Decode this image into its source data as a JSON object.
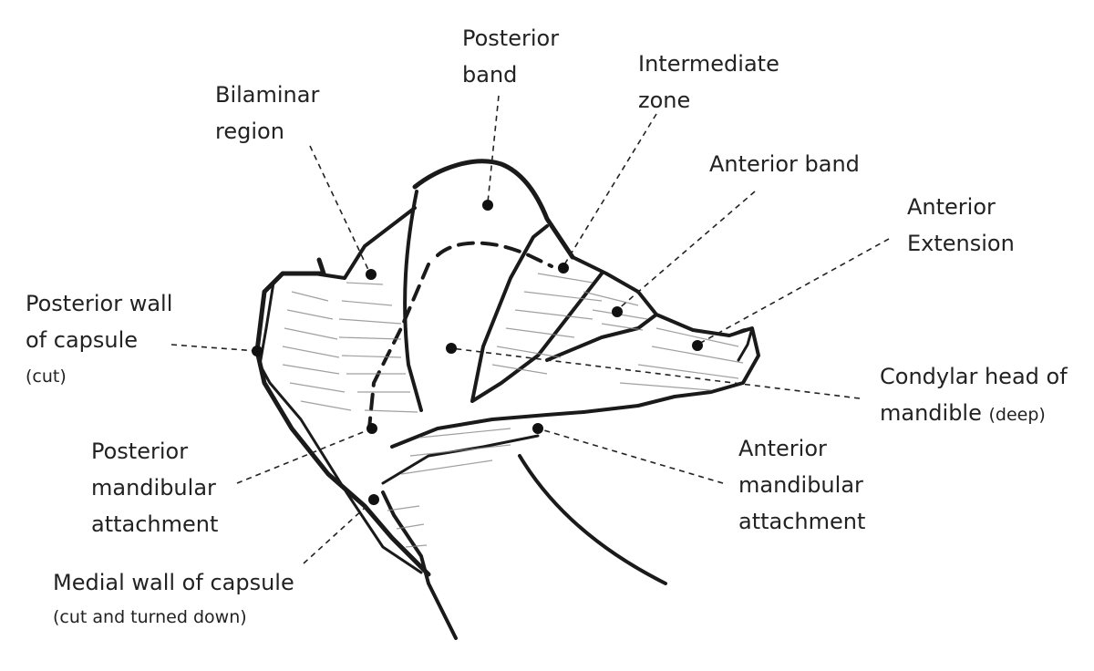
{
  "labels": {
    "posterior_band": [
      "Posterior",
      "band"
    ],
    "intermediate_zone": [
      "Intermediate",
      "zone"
    ],
    "bilaminar_region": [
      "Bilaminar",
      "region"
    ],
    "anterior_band": [
      "Anterior band"
    ],
    "anterior_extension": [
      "Anterior",
      "Extension"
    ],
    "posterior_wall": [
      "Posterior wall",
      "of capsule",
      "(cut)"
    ],
    "condylar_head": [
      "Condylar head of",
      "mandible",
      "(deep)"
    ],
    "posterior_mandibular": [
      "Posterior",
      "mandibular",
      "attachment"
    ],
    "anterior_mandibular": [
      "Anterior",
      "mandibular",
      "attachment"
    ],
    "medial_wall": [
      "Medial wall of capsule",
      "(cut and turned down)"
    ]
  },
  "colors": {
    "ink": "#1a1a1a",
    "shade": "#888888",
    "background": "#ffffff"
  }
}
